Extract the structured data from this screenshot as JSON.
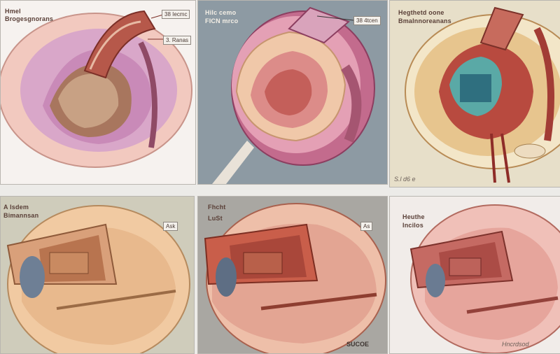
{
  "panels": [
    {
      "id": "top-left",
      "heading_line1": "Hmel",
      "heading_line2": "Brogesgnorans",
      "tag1": "38 Iecmc",
      "tag2": "3. Ranas",
      "background": "#f6f2ef"
    },
    {
      "id": "top-middle",
      "heading_line1": "Hilc cemo",
      "heading_line2": "FICN mrco",
      "tag1": "38 4tcen",
      "background": "#8d9aa3"
    },
    {
      "id": "top-right",
      "heading_line1": "Hegthetd oone",
      "heading_line2": "Bmalnnoreanans",
      "footer": "S.l d6 e",
      "background": "#e7dfc9"
    },
    {
      "id": "bottom-left",
      "heading_line1": "A lsdem",
      "heading_line2": "Bimannsan",
      "tag1": "Ask",
      "footer": "",
      "background": "#cfccbb"
    },
    {
      "id": "bottom-middle",
      "heading_line1": "Fhcht",
      "heading_line2": "LuSt",
      "tag1": "As",
      "footer": "SUCOE",
      "background": "#a9a7a2"
    },
    {
      "id": "bottom-right",
      "heading_line1": "Heuthe",
      "heading_line2": "Incilos",
      "footer": "Hncrdsod",
      "background": "#f1ece9"
    }
  ]
}
